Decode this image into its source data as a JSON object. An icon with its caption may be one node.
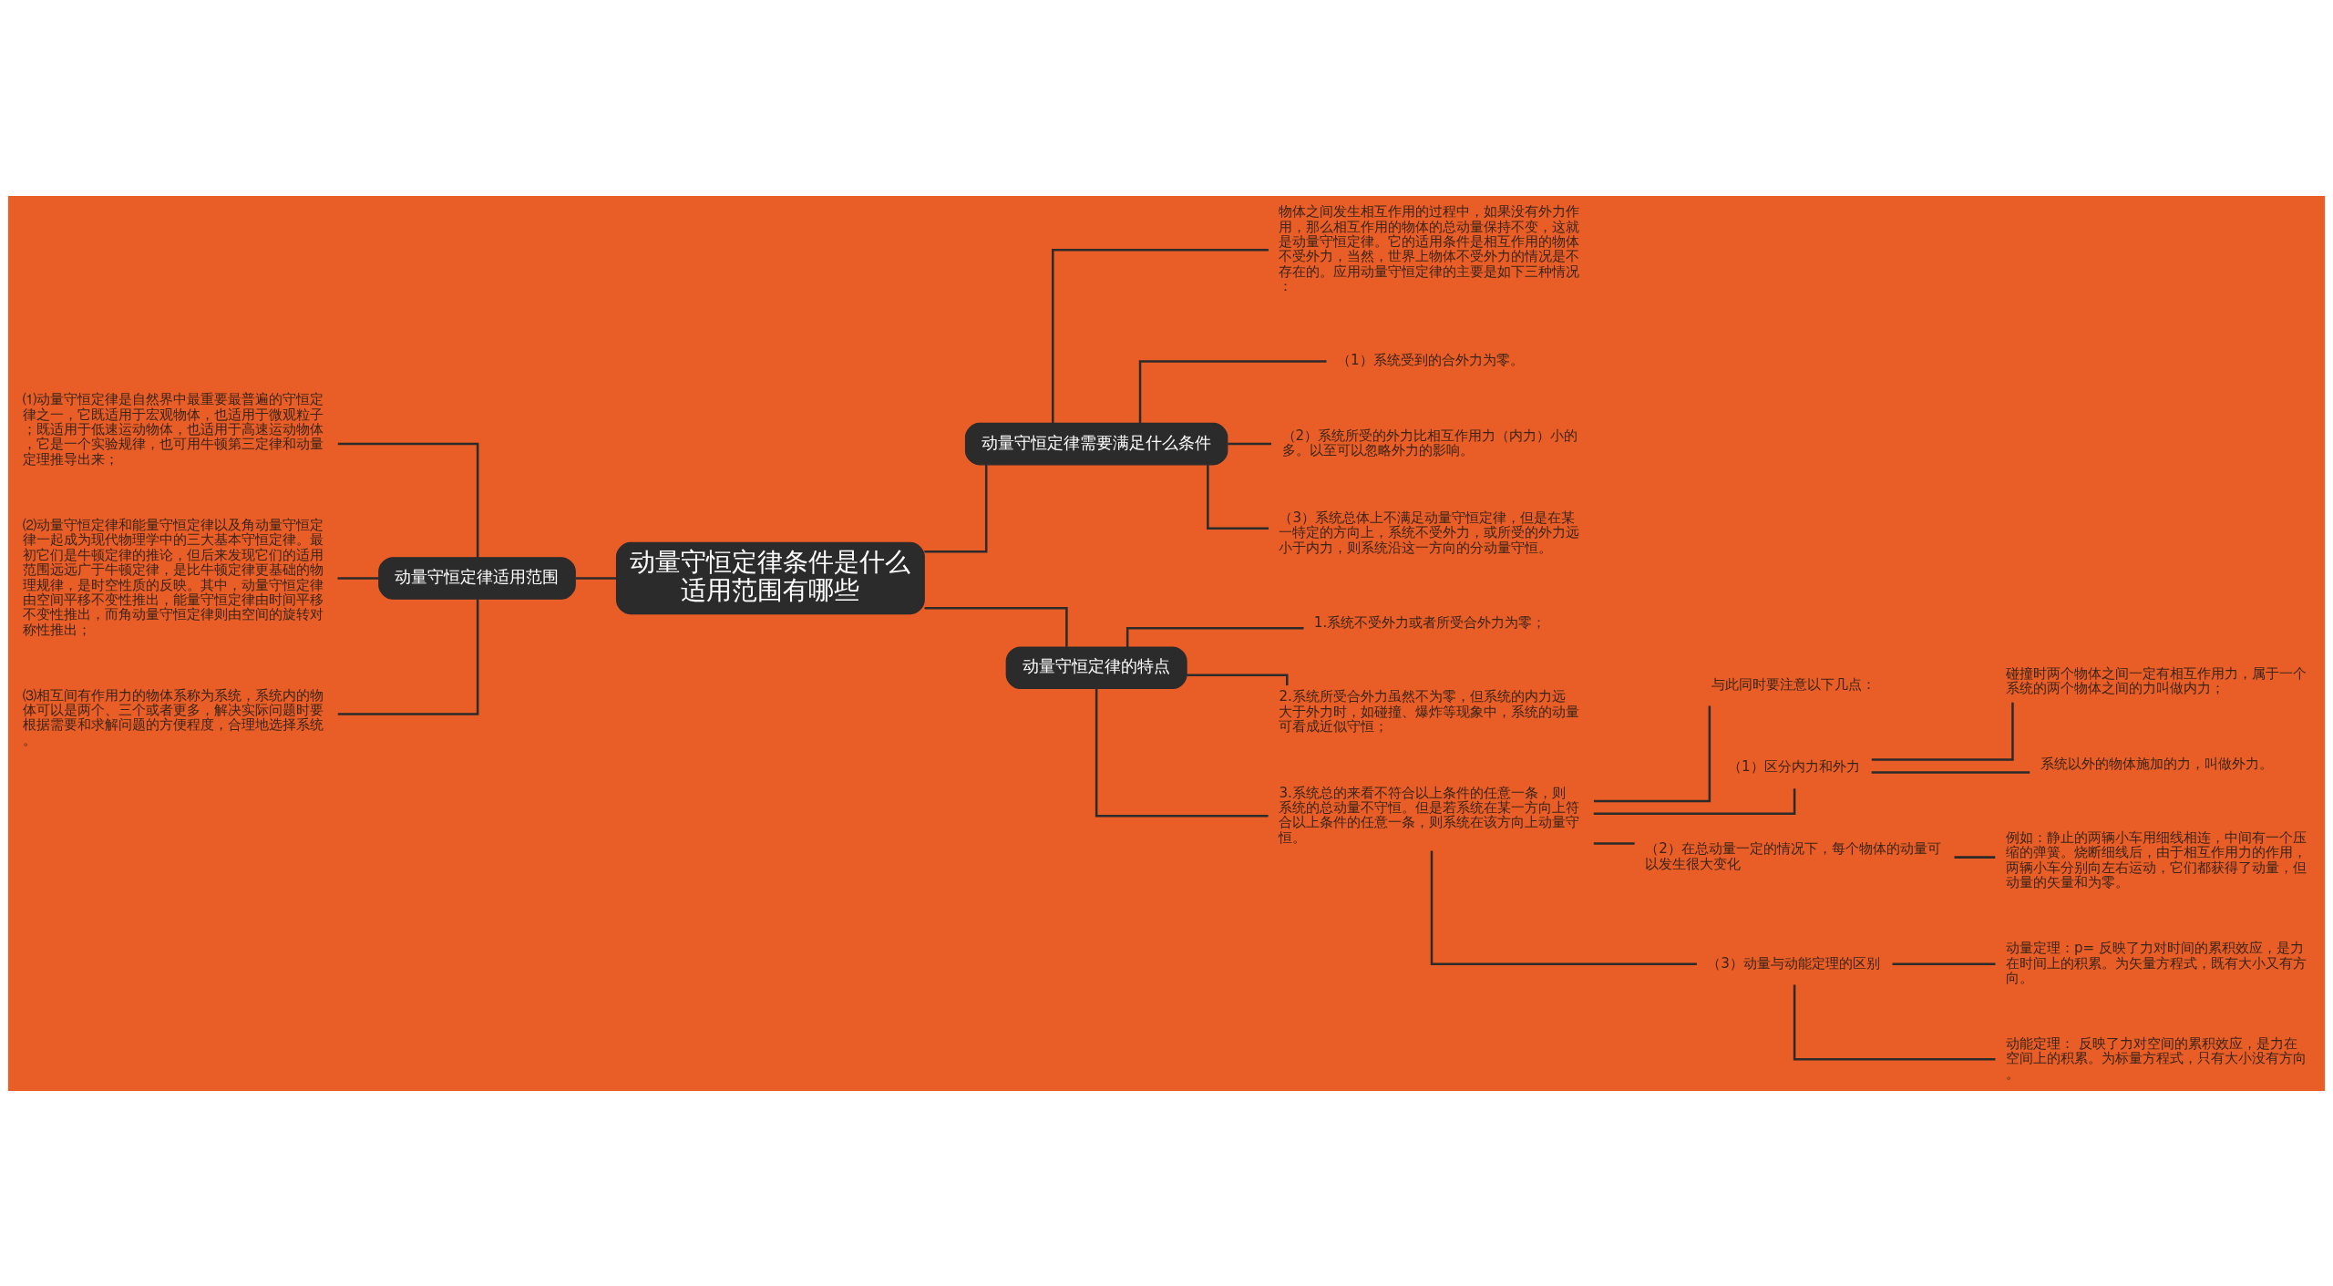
{
  "diagram": {
    "nodes": [
      {
        "text": [
          "动量守恒定律条件是什么适用范围有哪些"
        ]
      },
      {
        "text": [
          "动量守恒定律适用范围"
        ]
      },
      {
        "text": [
          "⑴动量守恒定律是自然界中最重要最普遍的守恒定律之一，它既适用于宏观物体，也适用于微观粒子；既适用于低速运动物体，也适用于高速运动物体，它是一个实验规律，也可用牛顿第三定律和动量定理推导出来；"
        ]
      },
      {
        "text": [
          "⑵动量守恒定律和能量守恒定律以及角动量守恒定律一起成为现代物理学中的三大基本守恒定律。最初它们是牛顿定律的推论，但后来发现它们的适用范围远远广于牛顿定律，是比牛顿定律更基础的物理规律，是时空性质的反映。其中，动量守恒定律由空间平移不变性推出，能量守恒定律由时间平移不变性推出，而角动量守恒定律则由空间的旋转对称性推出；"
        ]
      },
      {
        "text": [
          "⑶相互间有作用力的物体系称为系统，系统内的物体可以是两个、三个或者更多，解决实际问题时要根据需要和求解问题的方便程度，合理地选择系统。"
        ]
      },
      {
        "text": [
          "动量守恒定律需要满足什么条件"
        ]
      },
      {
        "text": [
          "物体之间发生相互作用的过程中，如果没有外力作用，那么相互作用的物体的总动量保持不变，这就是动量守恒定律。它的适用条件是相互作用的物体不受外力，当然，世界上物体不受外力的情况是不存在的。应用动量守恒定律的主要是如下三种情况："
        ]
      },
      {
        "text": [
          "（1）系统受到的合外力为零。"
        ]
      },
      {
        "text": [
          "（2）系统所受的外力比相互作用力（内力）小的多。以至可以忽略外力的影响。"
        ]
      },
      {
        "text": [
          "（3）系统总体上不满足动量守恒定律，但是在某一特定的方向上，系统不受外力，或所受的外力远小于内力，则系统沿这一方向的分动量守恒。"
        ]
      },
      {
        "text": [
          "动量守恒定律的特点"
        ]
      },
      {
        "text": [
          "1.系统不受外力或者所受合外力为零；"
        ]
      },
      {
        "text": [
          "2.系统所受合外力虽然不为零，但系统的内力远大于外力时，如碰撞、爆炸等现象中，系统的动量可看成近似守恒；"
        ]
      },
      {
        "text": [
          "3.系统总的来看不符合以上条件的任意一条，则系统的总动量不守恒。但是若系统在某一方向上符合以上条件的任意一条，则系统在该方向上动量守恒。"
        ]
      },
      {
        "text": [
          "与此同时要注意以下几点："
        ]
      },
      {
        "text": [
          "（1）区分内力和外力"
        ]
      },
      {
        "text": [
          "碰撞时两个物体之间一定有相互作用力，属于一个系统的两个物体之间的力叫做内力；"
        ]
      },
      {
        "text": [
          "系统以外的物体施加的力，叫做外力。"
        ]
      },
      {
        "text": [
          "（2）在总动量一定的情况下，每个物体的动量可以发生很大变化"
        ]
      },
      {
        "text": [
          "例如：静止的两辆小车用细线相连，中间有一个压缩的弹簧。烧断细线后，由于相互作用力的作用，两辆小车分别向左右运动，它们都获得了动量，但动量的矢量和为零。"
        ]
      },
      {
        "text": [
          "（3）动量与动能定理的区别"
        ]
      },
      {
        "text": [
          "动量定理：p= 反映了力对时间的累积效应，是力在时间上的积累。为矢量方程式，既有大小又有方向。"
        ]
      },
      {
        "text": [
          "动能定理： 反映了力对空间的累积效应，是力在空间上的积累。为标量方程式，只有大小没有方向。"
        ]
      }
    ],
    "edges": [
      {
        "from": 0,
        "to": 1,
        "arrow": "none"
      },
      {
        "from": 1,
        "to": 2,
        "arrow": "none"
      },
      {
        "from": 1,
        "to": 3,
        "arrow": "none"
      },
      {
        "from": 1,
        "to": 4,
        "arrow": "none"
      },
      {
        "from": 0,
        "to": 5,
        "arrow": "none"
      },
      {
        "from": 5,
        "to": 6,
        "arrow": "none"
      },
      {
        "from": 5,
        "to": 7,
        "arrow": "none"
      },
      {
        "from": 5,
        "to": 8,
        "arrow": "none"
      },
      {
        "from": 5,
        "to": 9,
        "arrow": "none"
      },
      {
        "from": 0,
        "to": 10,
        "arrow": "none"
      },
      {
        "from": 10,
        "to": 11,
        "arrow": "none"
      },
      {
        "from": 10,
        "to": 12,
        "arrow": "none"
      },
      {
        "from": 10,
        "to": 13,
        "arrow": "none"
      },
      {
        "from": 13,
        "to": 14,
        "arrow": "none"
      },
      {
        "from": 13,
        "to": 15,
        "arrow": "none"
      },
      {
        "from": 15,
        "to": 16,
        "arrow": "none"
      },
      {
        "from": 15,
        "to": 17,
        "arrow": "none"
      },
      {
        "from": 13,
        "to": 18,
        "arrow": "none"
      },
      {
        "from": 18,
        "to": 19,
        "arrow": "none"
      },
      {
        "from": 13,
        "to": 20,
        "arrow": "none"
      },
      {
        "from": 20,
        "to": 21,
        "arrow": "none"
      },
      {
        "from": 20,
        "to": 22,
        "arrow": "none"
      }
    ]
  }
}
